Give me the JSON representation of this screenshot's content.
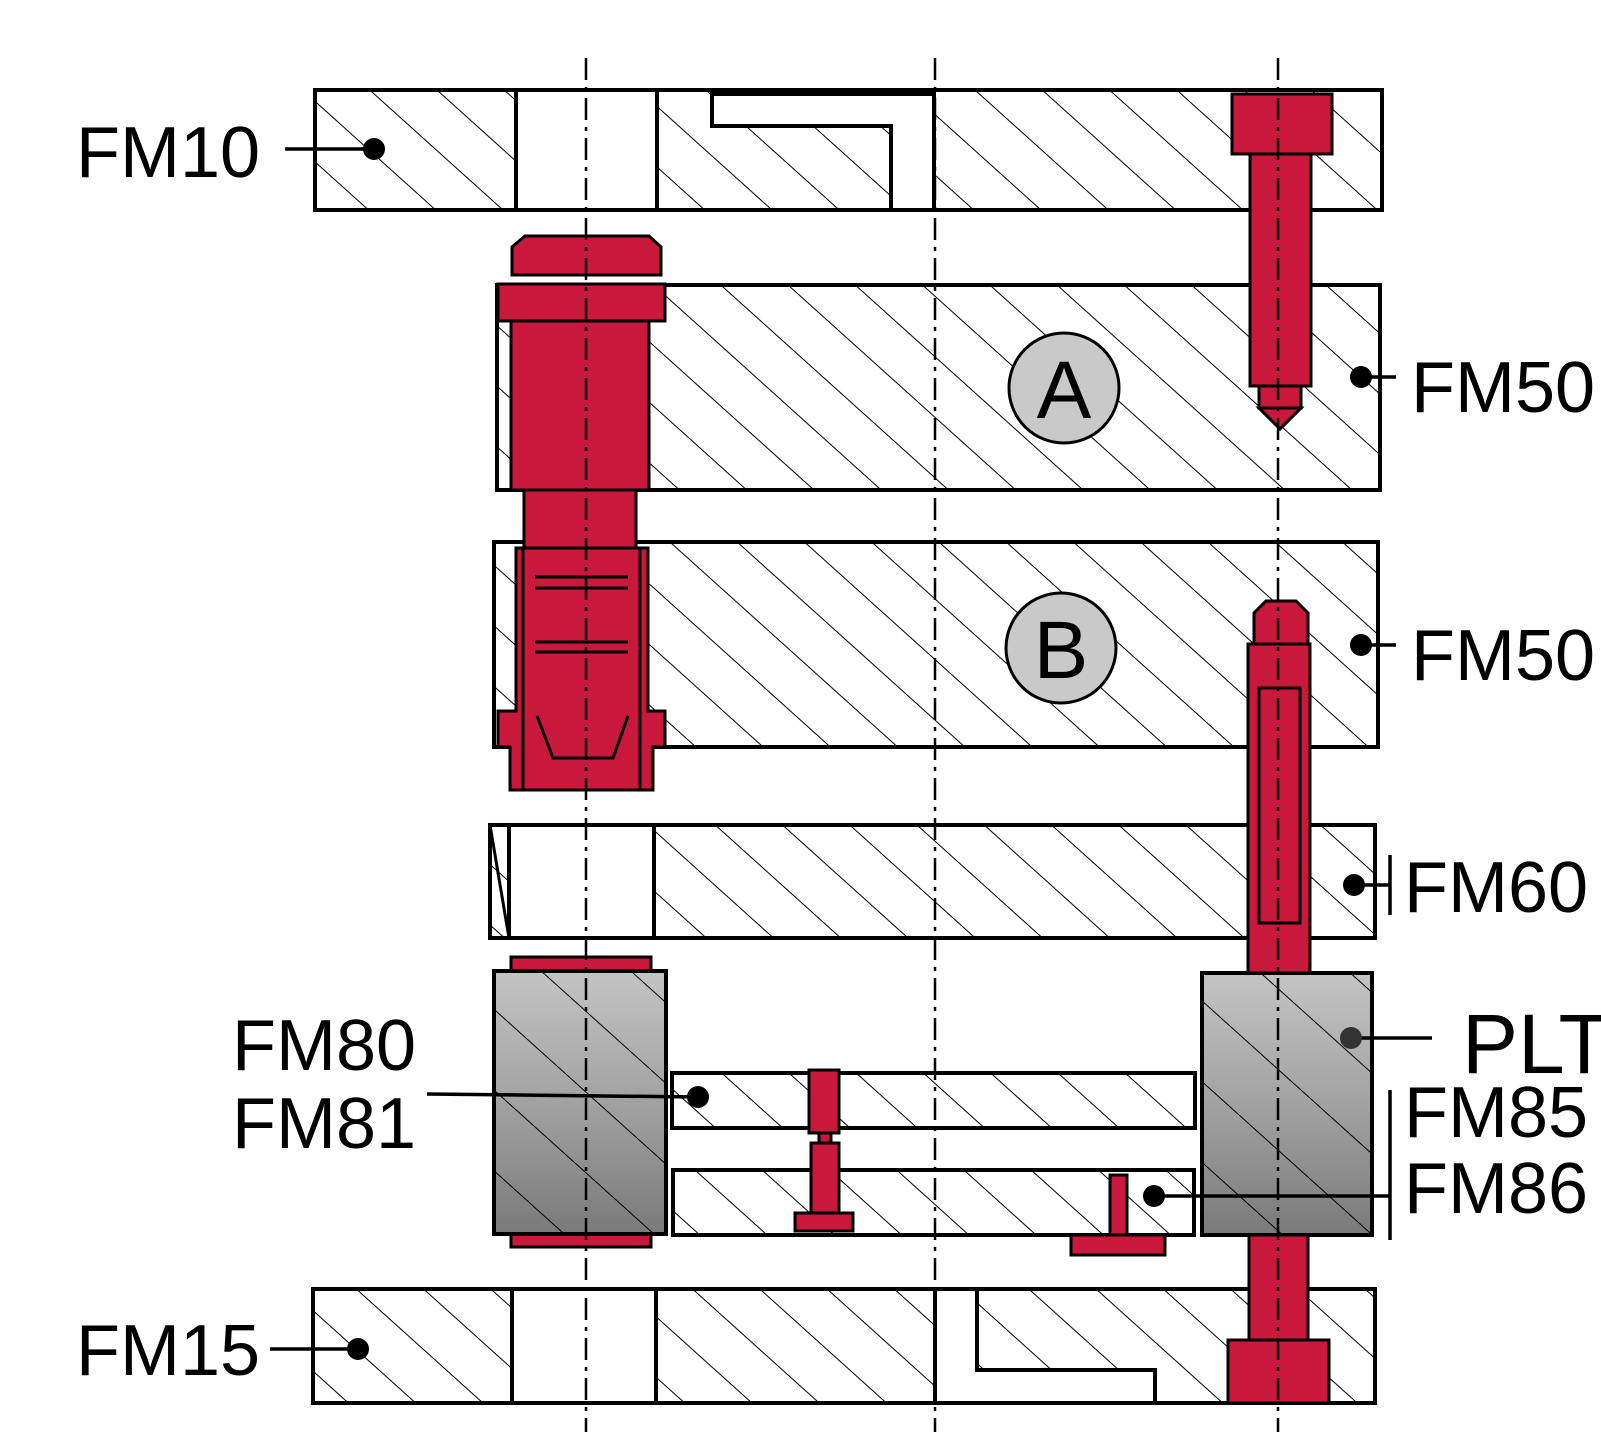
{
  "labels": {
    "fm10": "FM10",
    "fm50_a": "FM50",
    "fm50_b": "FM50",
    "fm60": "FM60",
    "fm80": "FM80",
    "fm81": "FM81",
    "plt": "PLT",
    "fm85": "FM85",
    "fm86": "FM86",
    "fm15": "FM15"
  },
  "plates": {
    "a": "A",
    "b": "B"
  },
  "colors": {
    "component_red": "#c8193c",
    "plate_marker_grey": "#c9c9c9",
    "pillar_light": "#bdbdbd",
    "pillar_dark": "#7d7d7d"
  }
}
